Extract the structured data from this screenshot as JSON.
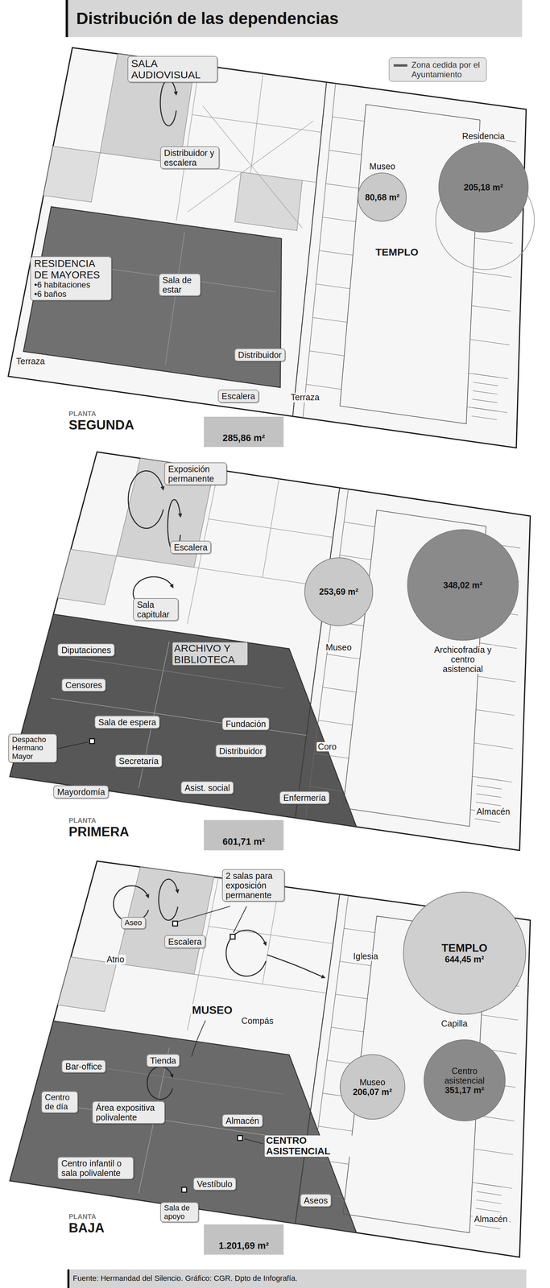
{
  "diagram": {
    "title": "Distribución de las dependencias",
    "caption": "Fuente: Hermandad del Silencio. Gráfico: CGR. Dpto de Infografía.",
    "nodes": [
      {
        "text": [
          "SALA AUDIOVISUAL"
        ]
      },
      {
        "text": [
          "Distribuidor y escalera"
        ]
      },
      {
        "text": [
          "Museo",
          "80,68 m²"
        ]
      },
      {
        "text": [
          "Residencia",
          "205,18 m²"
        ]
      },
      {
        "text": [
          "RESIDENCIA DE MAYORES",
          "•6 habitaciones",
          "•6 baños"
        ]
      },
      {
        "text": [
          "Sala de estar"
        ]
      },
      {
        "text": [
          "Distribuidor"
        ]
      },
      {
        "text": [
          "Escalera"
        ]
      },
      {
        "text": [
          "285,86 m²"
        ]
      },
      {
        "text": [
          "Exposición permanente"
        ]
      },
      {
        "text": [
          "Escalera"
        ]
      },
      {
        "text": [
          "253,69 m²",
          "Museo"
        ]
      },
      {
        "text": [
          "348,02 m²",
          "Archicofradía y centro asistencial"
        ]
      },
      {
        "text": [
          "Sala capitular"
        ]
      },
      {
        "text": [
          "Diputaciones"
        ]
      },
      {
        "text": [
          "Censores"
        ]
      },
      {
        "text": [
          "Sala de espera"
        ]
      },
      {
        "text": [
          "Fundación"
        ]
      },
      {
        "text": [
          "Distribuidor"
        ]
      },
      {
        "text": [
          "Despacho Hermano Mayor"
        ]
      },
      {
        "text": [
          "Secretaría"
        ]
      },
      {
        "text": [
          "Mayordomía"
        ]
      },
      {
        "text": [
          "Asist. social"
        ]
      },
      {
        "text": [
          "Enfermería"
        ]
      },
      {
        "text": [
          "601,71 m²"
        ]
      },
      {
        "text": [
          "2 salas para exposición permanente"
        ]
      },
      {
        "text": [
          "TEMPLO",
          "644,45 m²"
        ]
      },
      {
        "text": [
          "Aseo"
        ]
      },
      {
        "text": [
          "Escalera"
        ]
      },
      {
        "text": [
          "Centro asistencial",
          "351,17 m²"
        ]
      },
      {
        "text": [
          "Museo",
          "206,07 m²"
        ]
      },
      {
        "text": [
          "Bar-office"
        ]
      },
      {
        "text": [
          "Tienda"
        ]
      },
      {
        "text": [
          "Centro de día"
        ]
      },
      {
        "text": [
          "Área expositiva polivalente"
        ]
      },
      {
        "text": [
          "Almacén"
        ]
      },
      {
        "text": [
          "Centro infantil o sala polivalente"
        ]
      },
      {
        "text": [
          "Vestíbulo"
        ]
      },
      {
        "text": [
          "Sala de apoyo"
        ]
      },
      {
        "text": [
          "Aseos"
        ]
      },
      {
        "text": [
          "1.201,69 m²"
        ]
      }
    ],
    "labels": [
      "TEMPLO",
      "Terraza",
      "Terraza",
      "PLANTA",
      "SEGUNDA",
      "ARCHIVO Y BIBLIOTECA",
      "Coro",
      "Almacén",
      "PLANTA",
      "PRIMERA",
      "Atrio",
      "MUSEO",
      "Iglesia",
      "Capilla",
      "Compás",
      "CENTRO ASISTENCIAL",
      "Almacén",
      "PLANTA",
      "BAJA"
    ],
    "legend": [
      {
        "text": "Zona cedida por el Ayuntamiento",
        "color": "#5c5c5c"
      }
    ]
  }
}
